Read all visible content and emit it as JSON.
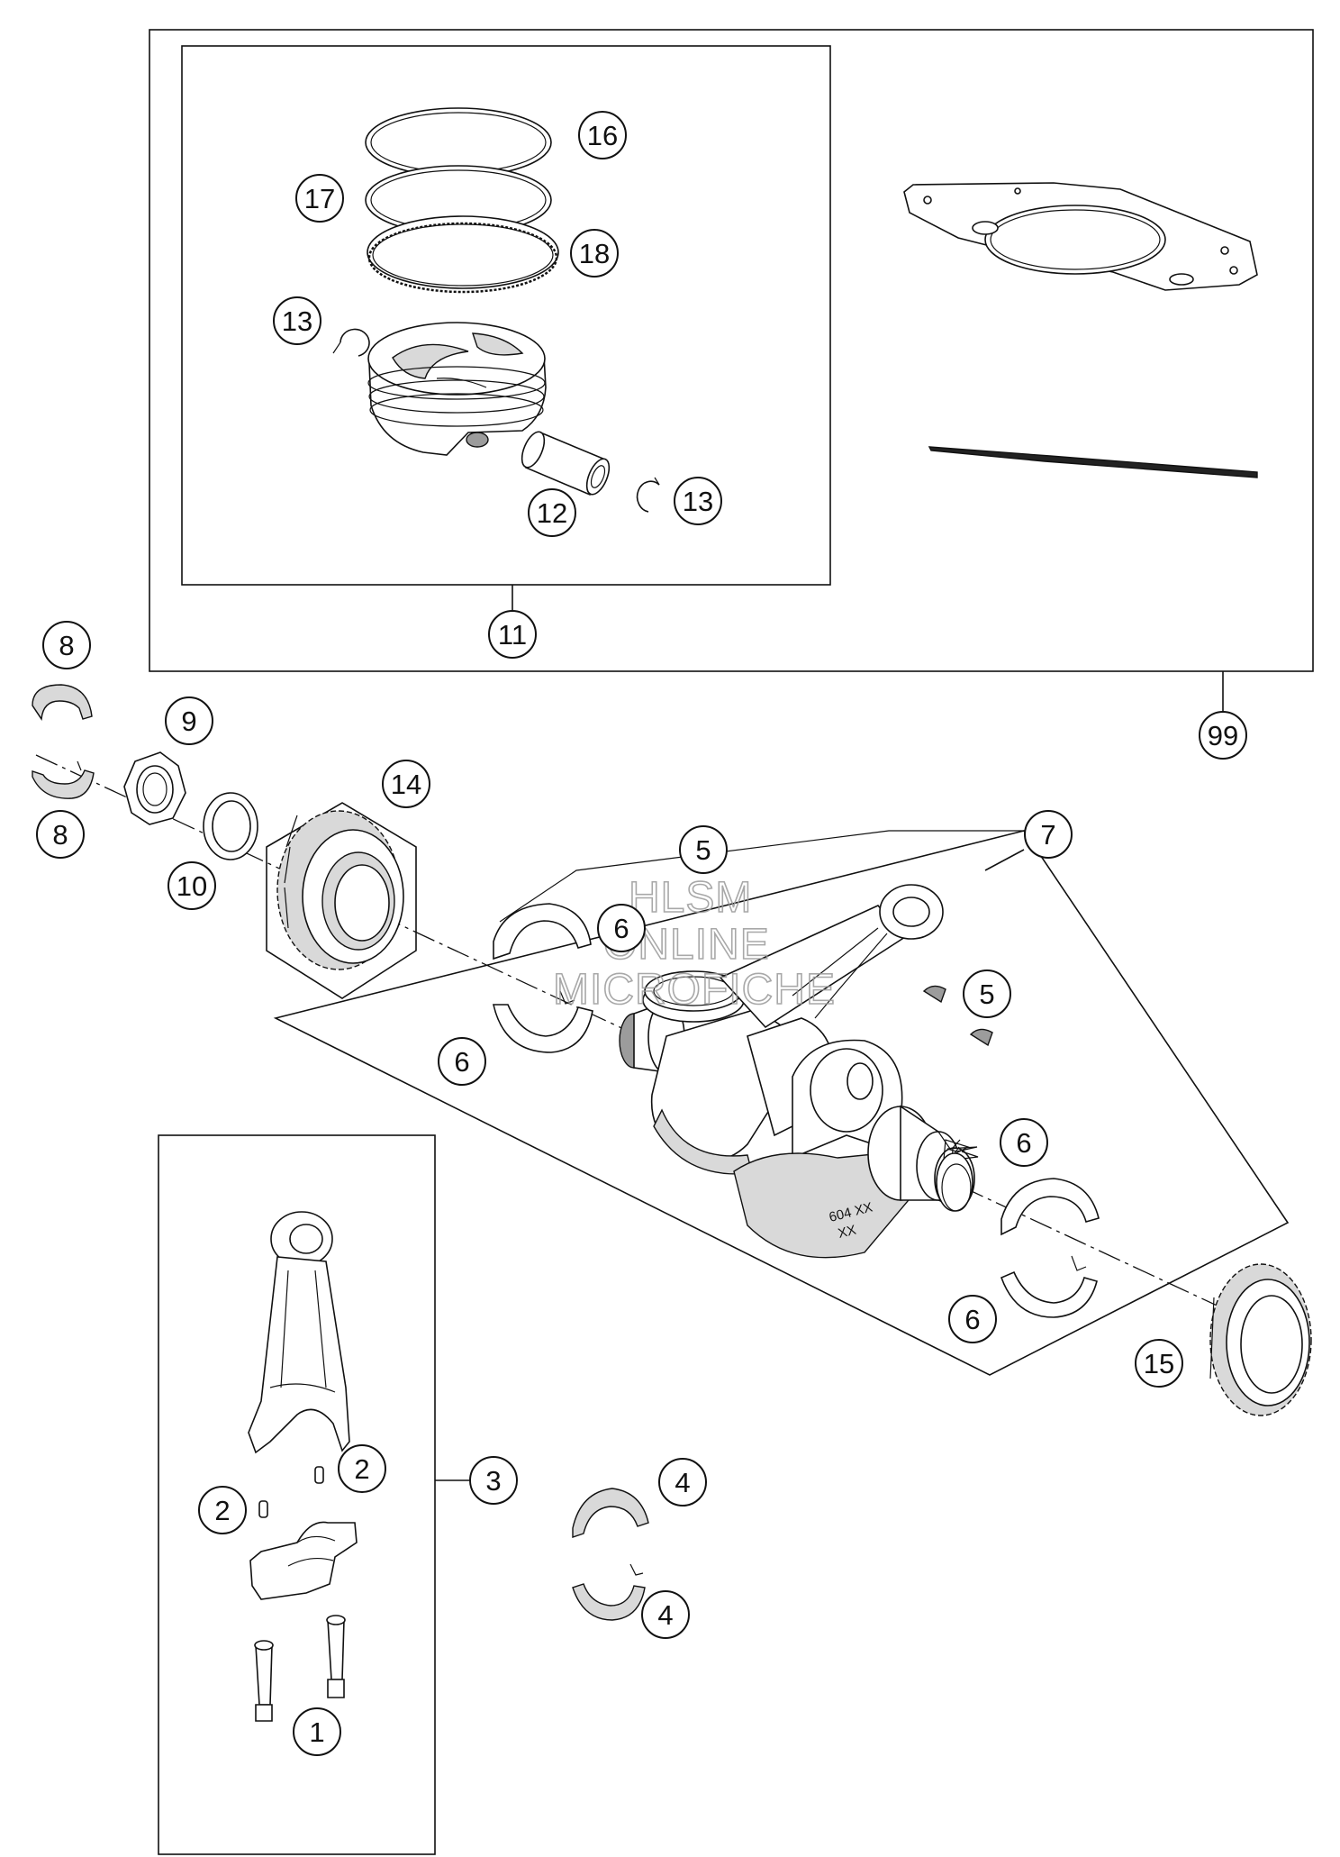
{
  "watermark": [
    "HLSM",
    "ONLINE",
    "MICROFICHE"
  ],
  "callouts": {
    "c16": "16",
    "c17": "17",
    "c18": "18",
    "c13a": "13",
    "c13b": "13",
    "c12": "12",
    "c11": "11",
    "c99": "99",
    "c8a": "8",
    "c8b": "8",
    "c9": "9",
    "c10": "10",
    "c14": "14",
    "c5a": "5",
    "c5b": "5",
    "c6a": "6",
    "c6b": "6",
    "c6c": "6",
    "c6d": "6",
    "c7": "7",
    "c15": "15",
    "c3": "3",
    "c2a": "2",
    "c2b": "2",
    "c1": "1",
    "c4a": "4",
    "c4b": "4"
  },
  "crank_marking": [
    "604 XX",
    "XX"
  ]
}
